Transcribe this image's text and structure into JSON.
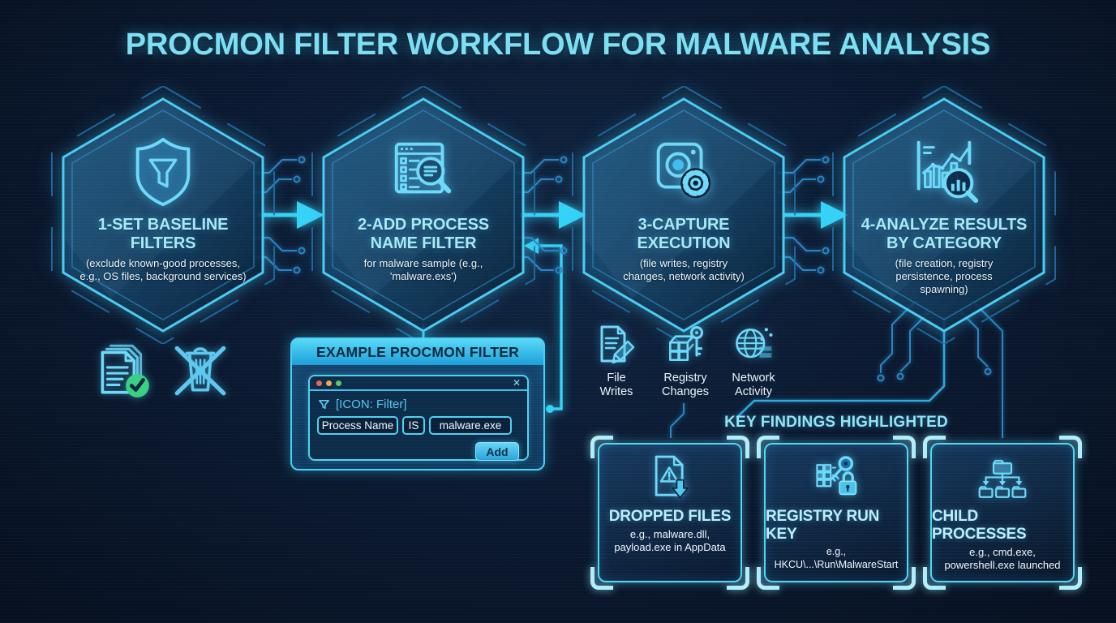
{
  "title": "PROCMON FILTER WORKFLOW FOR MALWARE ANALYSIS",
  "steps": [
    {
      "icon": "shield-funnel-icon",
      "title": "1-SET BASELINE FILTERS",
      "subtitle": "(exclude known-good processes, e.g., OS files, background services)"
    },
    {
      "icon": "process-list-search-icon",
      "title": "2-ADD PROCESS NAME FILTER",
      "subtitle": "for malware sample (e.g., 'malware.exs')"
    },
    {
      "icon": "camera-gear-icon",
      "title": "3-CAPTURE EXECUTION",
      "subtitle": "(file writes, registry changes, network activity)"
    },
    {
      "icon": "chart-magnifier-icon",
      "title": "4-ANALYZE RESULTS BY CATEGORY",
      "subtitle": "(file creation, registry persistence, process spawning)"
    }
  ],
  "baseline_icons": [
    {
      "icon": "approved-documents-icon"
    },
    {
      "icon": "excluded-trash-icon"
    }
  ],
  "filter_dialog": {
    "header": "EXAMPLE PROCMON FILTER",
    "close_label": "✕",
    "filter_label": "[ICON: Filter]",
    "column_field": "Process Name",
    "relation_field": "IS",
    "value_field": "malware.exe",
    "add_button": "Add"
  },
  "capture_categories": [
    {
      "icon": "file-writes-icon",
      "label": "File Writes"
    },
    {
      "icon": "registry-changes-icon",
      "label": "Registry Changes"
    },
    {
      "icon": "network-activity-icon",
      "label": "Network Activity"
    }
  ],
  "key_findings": {
    "heading": "KEY FINDINGS HIGHLIGHTED",
    "items": [
      {
        "icon": "dropped-file-icon",
        "title": "DROPPED FILES",
        "subtitle": "e.g., malware.dll, payload.exe in AppData"
      },
      {
        "icon": "registry-run-key-icon",
        "title": "REGISTRY RUN KEY",
        "subtitle": "e.g., HKCU\\...\\Run\\MalwareStart"
      },
      {
        "icon": "child-processes-icon",
        "title": "CHILD PROCESSES",
        "subtitle": "e.g., cmd.exe, powershell.exe launched"
      }
    ]
  },
  "colors": {
    "background": "#0b1930",
    "accent_cyan": "#49cdf2",
    "bright_cyan": "#33c9f2",
    "title_cyan": "#7edff2",
    "success_green": "#38d183",
    "dot_red": "#e2685a",
    "dot_orange": "#eda94e",
    "dot_green": "#57c96a"
  }
}
